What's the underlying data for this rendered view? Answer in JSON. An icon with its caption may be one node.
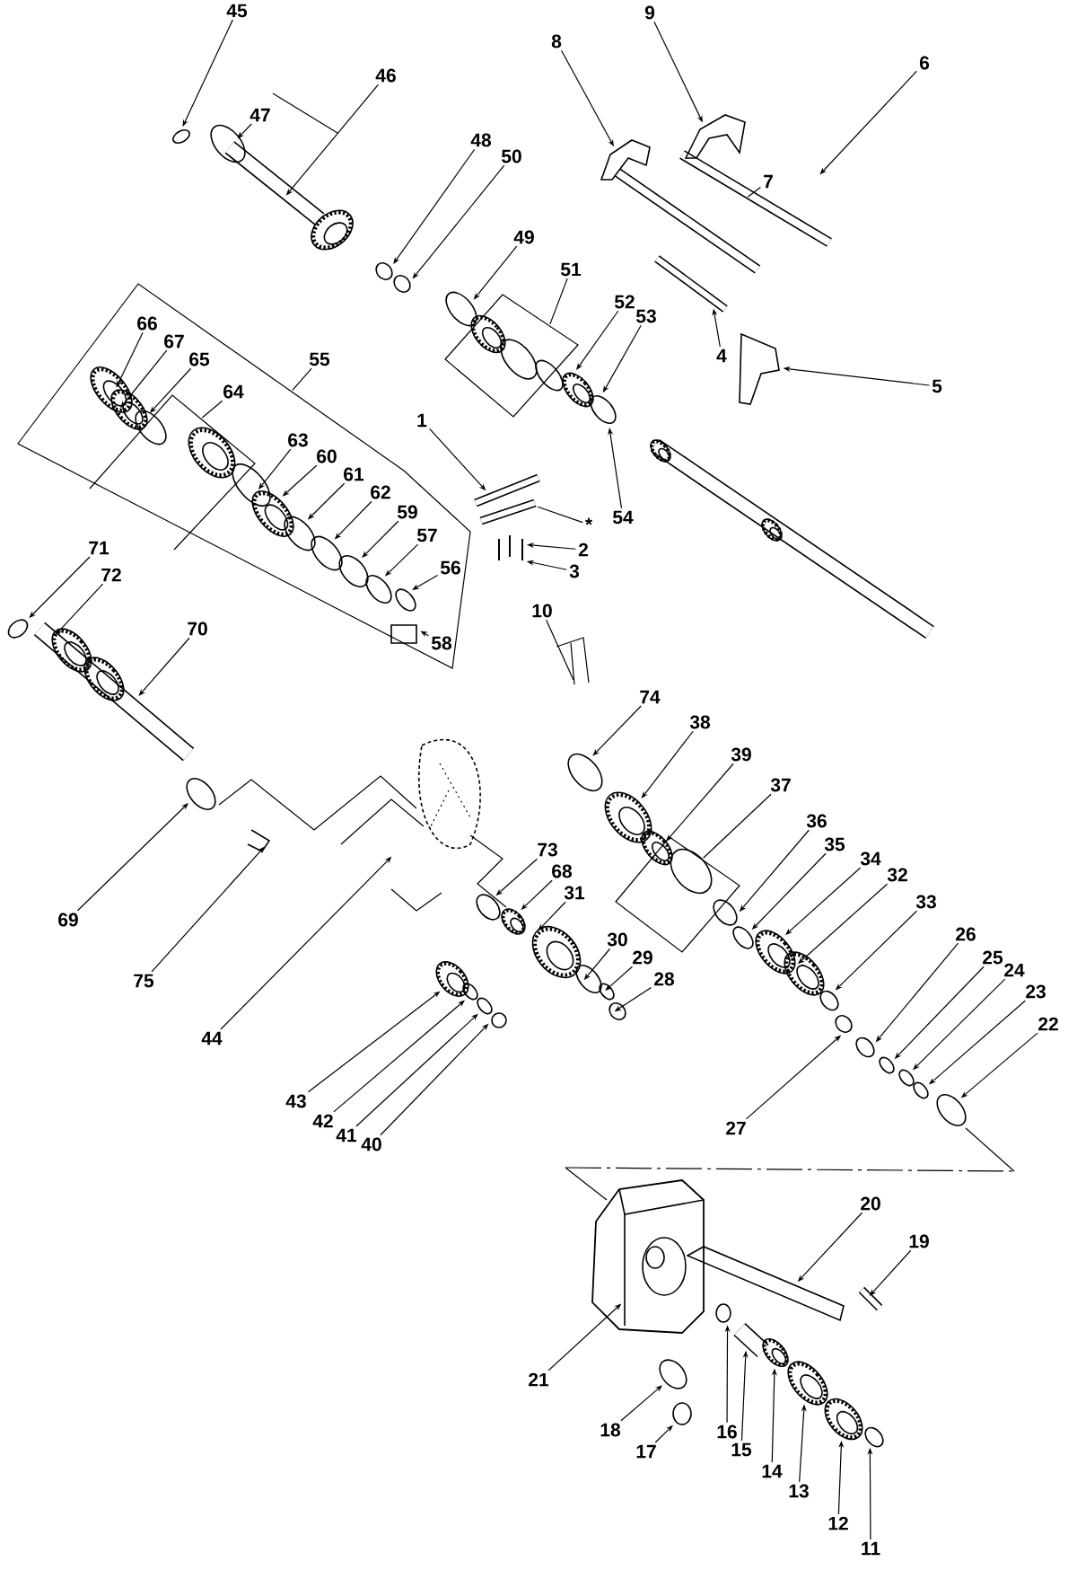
{
  "diagram": {
    "nodes": [
      {
        "text": [
          "45"
        ]
      },
      {
        "text": [
          "9"
        ]
      },
      {
        "text": [
          "8"
        ]
      },
      {
        "text": [
          "6"
        ]
      },
      {
        "text": [
          "46"
        ]
      },
      {
        "text": [
          "47"
        ]
      },
      {
        "text": [
          "48"
        ]
      },
      {
        "text": [
          "50"
        ]
      },
      {
        "text": [
          "7"
        ]
      },
      {
        "text": [
          "49"
        ]
      },
      {
        "text": [
          "51"
        ]
      },
      {
        "text": [
          "52"
        ]
      },
      {
        "text": [
          "53"
        ]
      },
      {
        "text": [
          "55"
        ]
      },
      {
        "text": [
          "66"
        ]
      },
      {
        "text": [
          "67"
        ]
      },
      {
        "text": [
          "65"
        ]
      },
      {
        "text": [
          "64"
        ]
      },
      {
        "text": [
          "4"
        ]
      },
      {
        "text": [
          "5"
        ]
      },
      {
        "text": [
          "63"
        ]
      },
      {
        "text": [
          "60"
        ]
      },
      {
        "text": [
          "1"
        ]
      },
      {
        "text": [
          "61"
        ]
      },
      {
        "text": [
          "62"
        ]
      },
      {
        "text": [
          "59"
        ]
      },
      {
        "text": [
          "57"
        ]
      },
      {
        "text": [
          "54"
        ]
      },
      {
        "text": [
          "*"
        ]
      },
      {
        "text": [
          "2"
        ]
      },
      {
        "text": [
          "56"
        ]
      },
      {
        "text": [
          "3"
        ]
      },
      {
        "text": [
          "58"
        ]
      },
      {
        "text": [
          "71"
        ]
      },
      {
        "text": [
          "72"
        ]
      },
      {
        "text": [
          "10"
        ]
      },
      {
        "text": [
          "70"
        ]
      },
      {
        "text": [
          "74"
        ]
      },
      {
        "text": [
          "38"
        ]
      },
      {
        "text": [
          "39"
        ]
      },
      {
        "text": [
          "37"
        ]
      },
      {
        "text": [
          "36"
        ]
      },
      {
        "text": [
          "35"
        ]
      },
      {
        "text": [
          "34"
        ]
      },
      {
        "text": [
          "73"
        ]
      },
      {
        "text": [
          "32"
        ]
      },
      {
        "text": [
          "68"
        ]
      },
      {
        "text": [
          "31"
        ]
      },
      {
        "text": [
          "33"
        ]
      },
      {
        "text": [
          "30"
        ]
      },
      {
        "text": [
          "29"
        ]
      },
      {
        "text": [
          "28"
        ]
      },
      {
        "text": [
          "69"
        ]
      },
      {
        "text": [
          "26"
        ]
      },
      {
        "text": [
          "25"
        ]
      },
      {
        "text": [
          "24"
        ]
      },
      {
        "text": [
          "23"
        ]
      },
      {
        "text": [
          "75"
        ]
      },
      {
        "text": [
          "22"
        ]
      },
      {
        "text": [
          "44"
        ]
      },
      {
        "text": [
          "43"
        ]
      },
      {
        "text": [
          "42"
        ]
      },
      {
        "text": [
          "41"
        ]
      },
      {
        "text": [
          "40"
        ]
      },
      {
        "text": [
          "27"
        ]
      },
      {
        "text": [
          "20"
        ]
      },
      {
        "text": [
          "19"
        ]
      },
      {
        "text": [
          "21"
        ]
      },
      {
        "text": [
          "16"
        ]
      },
      {
        "text": [
          "18"
        ]
      },
      {
        "text": [
          "15"
        ]
      },
      {
        "text": [
          "14"
        ]
      },
      {
        "text": [
          "17"
        ]
      },
      {
        "text": [
          "13"
        ]
      },
      {
        "text": [
          "12"
        ]
      },
      {
        "text": [
          "11"
        ]
      }
    ],
    "edges": [
      {
        "from": 0,
        "to": null,
        "arrow": "to"
      },
      {
        "from": 1,
        "to": null,
        "arrow": "to"
      },
      {
        "from": 2,
        "to": null,
        "arrow": "to"
      },
      {
        "from": 3,
        "to": null,
        "arrow": "to"
      },
      {
        "from": 4,
        "to": null,
        "arrow": "to"
      },
      {
        "from": 5,
        "to": null,
        "arrow": "to"
      },
      {
        "from": 6,
        "to": null,
        "arrow": "to"
      },
      {
        "from": 7,
        "to": null,
        "arrow": "to"
      },
      {
        "from": 8,
        "to": null,
        "arrow": "none"
      },
      {
        "from": 9,
        "to": null,
        "arrow": "to"
      },
      {
        "from": 10,
        "to": null,
        "arrow": "none"
      },
      {
        "from": 11,
        "to": null,
        "arrow": "to"
      },
      {
        "from": 12,
        "to": null,
        "arrow": "to"
      },
      {
        "from": 13,
        "to": null,
        "arrow": "none"
      },
      {
        "from": 14,
        "to": null,
        "arrow": "to"
      },
      {
        "from": 15,
        "to": null,
        "arrow": "to"
      },
      {
        "from": 16,
        "to": null,
        "arrow": "to"
      },
      {
        "from": 17,
        "to": null,
        "arrow": "none"
      },
      {
        "from": 18,
        "to": null,
        "arrow": "to"
      },
      {
        "from": 19,
        "to": null,
        "arrow": "to"
      },
      {
        "from": 20,
        "to": null,
        "arrow": "to"
      },
      {
        "from": 21,
        "to": null,
        "arrow": "to"
      },
      {
        "from": 22,
        "to": null,
        "arrow": "to"
      },
      {
        "from": 23,
        "to": null,
        "arrow": "to"
      },
      {
        "from": 24,
        "to": null,
        "arrow": "to"
      },
      {
        "from": 25,
        "to": null,
        "arrow": "to"
      },
      {
        "from": 26,
        "to": null,
        "arrow": "to"
      },
      {
        "from": 27,
        "to": null,
        "arrow": "to"
      },
      {
        "from": 28,
        "to": null,
        "arrow": "none"
      },
      {
        "from": 29,
        "to": null,
        "arrow": "to"
      },
      {
        "from": 30,
        "to": null,
        "arrow": "to"
      },
      {
        "from": 31,
        "to": null,
        "arrow": "to"
      },
      {
        "from": 32,
        "to": null,
        "arrow": "to"
      },
      {
        "from": 33,
        "to": null,
        "arrow": "to"
      },
      {
        "from": 34,
        "to": null,
        "arrow": "to"
      },
      {
        "from": 35,
        "to": null,
        "arrow": "none"
      },
      {
        "from": 36,
        "to": null,
        "arrow": "to"
      },
      {
        "from": 37,
        "to": null,
        "arrow": "to"
      },
      {
        "from": 38,
        "to": null,
        "arrow": "to"
      },
      {
        "from": 39,
        "to": null,
        "arrow": "to"
      },
      {
        "from": 40,
        "to": null,
        "arrow": "none"
      },
      {
        "from": 41,
        "to": null,
        "arrow": "to"
      },
      {
        "from": 42,
        "to": null,
        "arrow": "to"
      },
      {
        "from": 43,
        "to": null,
        "arrow": "to"
      },
      {
        "from": 44,
        "to": null,
        "arrow": "to"
      },
      {
        "from": 45,
        "to": null,
        "arrow": "to"
      },
      {
        "from": 46,
        "to": null,
        "arrow": "to"
      },
      {
        "from": 47,
        "to": null,
        "arrow": "to"
      },
      {
        "from": 48,
        "to": null,
        "arrow": "to"
      },
      {
        "from": 49,
        "to": null,
        "arrow": "to"
      },
      {
        "from": 50,
        "to": null,
        "arrow": "to"
      },
      {
        "from": 51,
        "to": null,
        "arrow": "to"
      },
      {
        "from": 52,
        "to": null,
        "arrow": "to"
      },
      {
        "from": 53,
        "to": null,
        "arrow": "to"
      },
      {
        "from": 54,
        "to": null,
        "arrow": "to"
      },
      {
        "from": 55,
        "to": null,
        "arrow": "to"
      },
      {
        "from": 56,
        "to": null,
        "arrow": "to"
      },
      {
        "from": 57,
        "to": null,
        "arrow": "to"
      },
      {
        "from": 58,
        "to": null,
        "arrow": "to"
      },
      {
        "from": 59,
        "to": null,
        "arrow": "to"
      },
      {
        "from": 60,
        "to": null,
        "arrow": "to"
      },
      {
        "from": 61,
        "to": null,
        "arrow": "to"
      },
      {
        "from": 62,
        "to": null,
        "arrow": "to"
      },
      {
        "from": 63,
        "to": null,
        "arrow": "to"
      },
      {
        "from": 64,
        "to": null,
        "arrow": "to"
      },
      {
        "from": 65,
        "to": null,
        "arrow": "to"
      },
      {
        "from": 66,
        "to": null,
        "arrow": "to"
      },
      {
        "from": 67,
        "to": null,
        "arrow": "to"
      },
      {
        "from": 68,
        "to": null,
        "arrow": "to"
      },
      {
        "from": 69,
        "to": null,
        "arrow": "to"
      },
      {
        "from": 70,
        "to": null,
        "arrow": "to"
      },
      {
        "from": 71,
        "to": null,
        "arrow": "to"
      },
      {
        "from": 72,
        "to": null,
        "arrow": "to"
      },
      {
        "from": 73,
        "to": null,
        "arrow": "to"
      },
      {
        "from": 74,
        "to": null,
        "arrow": "to"
      },
      {
        "from": 75,
        "to": null,
        "arrow": "to"
      }
    ]
  }
}
